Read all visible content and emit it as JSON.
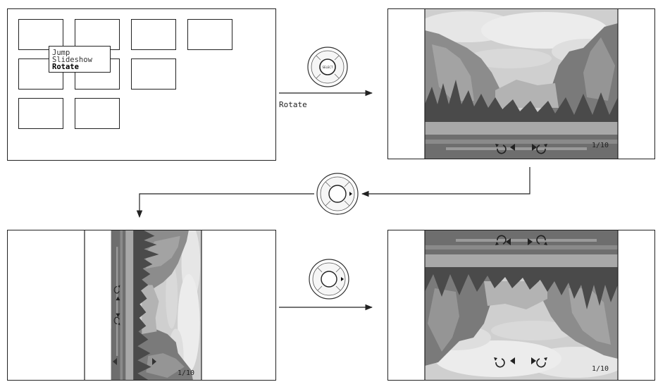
{
  "menu": {
    "items": [
      "Jump",
      "Slideshow",
      "Rotate"
    ],
    "selected_index": 2
  },
  "step_label": "Rotate",
  "remote_center_label": "SELECT",
  "counter": "1/10"
}
